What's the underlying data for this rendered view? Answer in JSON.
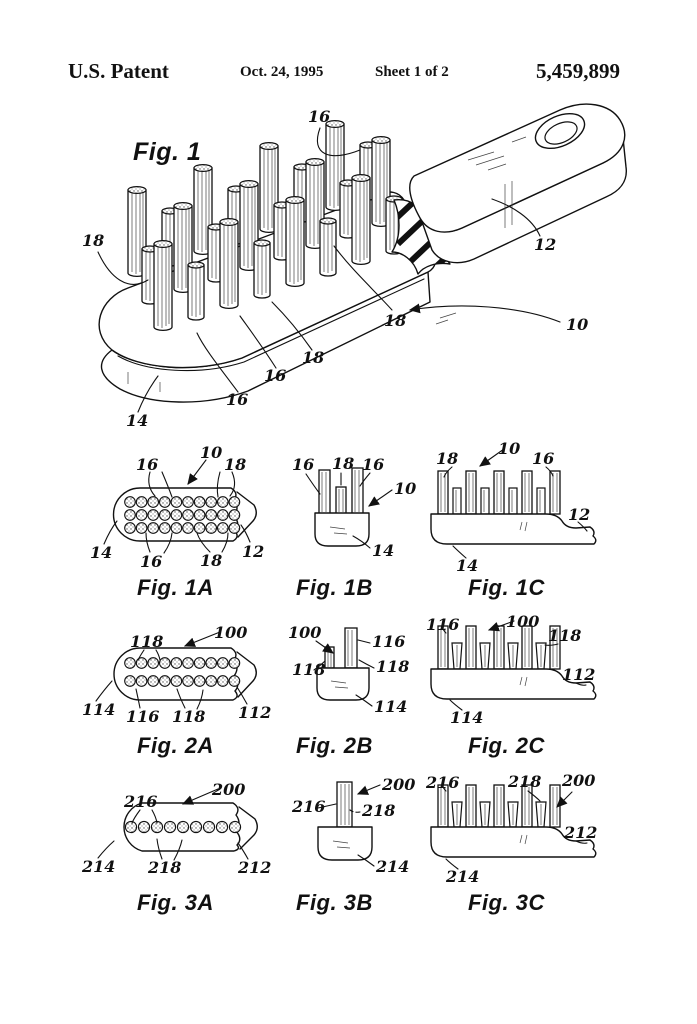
{
  "header": {
    "title": "U.S. Patent",
    "date": "Oct. 24, 1995",
    "sheet": "Sheet 1 of 2",
    "patent_number": "5,459,899"
  },
  "figures": {
    "fig1": {
      "caption": "Fig. 1",
      "refs": {
        "top_16": "16",
        "left_18": "18",
        "handle_12": "12",
        "assembly_10": "10",
        "right_18": "18",
        "under_18": "18",
        "under_16a": "16",
        "under_16b": "16",
        "head_14": "14"
      }
    },
    "fig1a": {
      "caption": "Fig. 1A",
      "refs": {
        "top_16": "16",
        "top_10": "10",
        "top_18": "18",
        "left_14": "14",
        "bottom_16": "16",
        "bottom_18": "18",
        "right_12": "12"
      }
    },
    "fig1b": {
      "caption": "Fig. 1B",
      "refs": {
        "left_16": "16",
        "mid_18": "18",
        "right_16": "16",
        "arrow_10": "10",
        "base_14": "14"
      }
    },
    "fig1c": {
      "caption": "Fig. 1C",
      "refs": {
        "left_18": "18",
        "mid_10": "10",
        "right_16": "16",
        "stub_12": "12",
        "base_14": "14"
      }
    },
    "fig2a": {
      "caption": "Fig. 2A",
      "refs": {
        "top_118": "118",
        "top_100": "100",
        "left_114": "114",
        "bottom_116": "116",
        "bottom_118": "118",
        "right_112": "112"
      }
    },
    "fig2b": {
      "caption": "Fig. 2B",
      "refs": {
        "top_100": "100",
        "right_116": "116",
        "left_118": "118",
        "right_118": "118",
        "base_114": "114"
      }
    },
    "fig2c": {
      "caption": "Fig. 2C",
      "refs": {
        "left_116": "116",
        "mid_100": "100",
        "right_118": "118",
        "stub_112": "112",
        "base_114": "114"
      }
    },
    "fig3a": {
      "caption": "Fig. 3A",
      "refs": {
        "top_216": "216",
        "top_200": "200",
        "left_214": "214",
        "bottom_218": "218",
        "right_212": "212"
      }
    },
    "fig3b": {
      "caption": "Fig. 3B",
      "refs": {
        "top_200": "200",
        "left_216": "216",
        "right_218": "218",
        "base_214": "214"
      }
    },
    "fig3c": {
      "caption": "Fig. 3C",
      "refs": {
        "left_216": "216",
        "mid_218": "218",
        "right_200": "200",
        "stub_212": "212",
        "base_214": "214"
      }
    }
  },
  "ink_color": "#111111",
  "paper_color": "#ffffff"
}
